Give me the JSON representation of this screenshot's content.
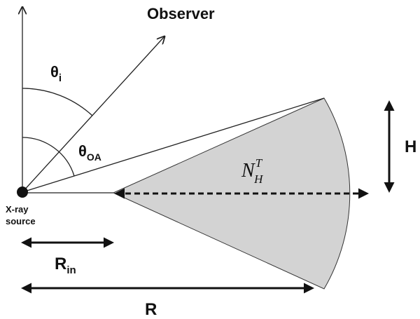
{
  "labels": {
    "observer": "Observer",
    "theta_i_main": "θ",
    "theta_i_sub": "i",
    "theta_oa_main": "θ",
    "theta_oa_sub": "OA",
    "column_main": "N",
    "column_sup": "T",
    "column_sub": "H",
    "height": "H",
    "xray_line1": "X-ray",
    "xray_line2": "source",
    "rin_main": "R",
    "rin_sub": "in",
    "radius": "R"
  },
  "colors": {
    "torus_fill": "#d3d3d3",
    "ink": "#111111",
    "source": "#111111"
  }
}
